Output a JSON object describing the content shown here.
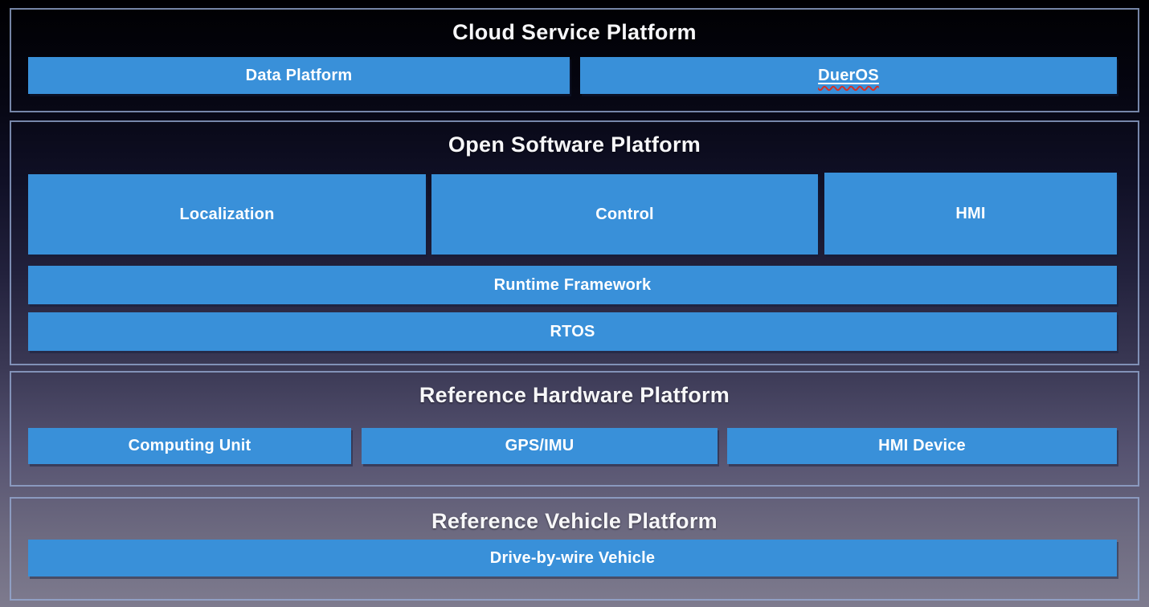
{
  "diagram": {
    "type": "layered-architecture",
    "colors": {
      "box_blue": "#3990d9",
      "section_border": "#96aad4",
      "title_text": "#f7f7f9",
      "box_text": "#ffffff",
      "spellcheck_red": "#d93025",
      "background_top": "#000002",
      "background_bottom": "#7e7b8e"
    },
    "sections": [
      {
        "id": "cloud",
        "title": "Cloud Service Platform",
        "boxes": [
          {
            "label": "Data Platform"
          },
          {
            "label": "DuerOS",
            "underlined": true,
            "spellcheck_underline": true
          }
        ]
      },
      {
        "id": "software",
        "title": "Open Software Platform",
        "boxes": [
          {
            "label": "Localization"
          },
          {
            "label": "Control"
          },
          {
            "label": "HMI"
          },
          {
            "label": "Runtime Framework"
          },
          {
            "label": "RTOS"
          }
        ]
      },
      {
        "id": "hardware",
        "title": "Reference Hardware Platform",
        "boxes": [
          {
            "label": "Computing Unit"
          },
          {
            "label": "GPS/IMU"
          },
          {
            "label": "HMI Device"
          }
        ]
      },
      {
        "id": "vehicle",
        "title": "Reference Vehicle Platform",
        "boxes": [
          {
            "label": "Drive-by-wire Vehicle"
          }
        ]
      }
    ]
  }
}
